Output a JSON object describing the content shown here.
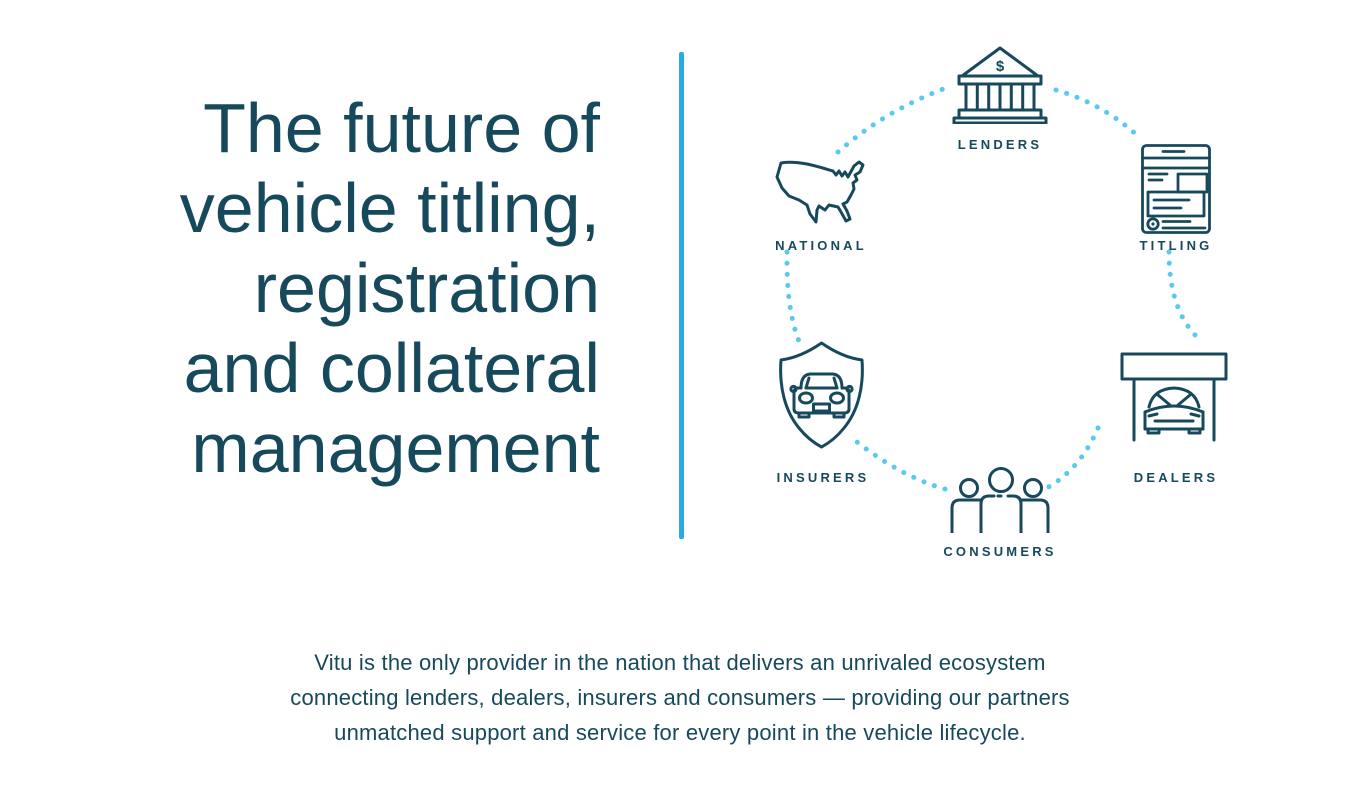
{
  "page": {
    "background_color": "#ffffff",
    "ink_color": "#17495c",
    "dot_color": "#58c9ef",
    "divider_color": "#29abe2"
  },
  "hero": {
    "title": "The future of\nvehicle titling,\nregistration\nand collateral\nmanagement"
  },
  "diagram": {
    "bank_dollar": "$",
    "nodes": [
      {
        "id": "lenders",
        "label": "LENDERS",
        "icon": "bank-icon"
      },
      {
        "id": "titling",
        "label": "TITLING",
        "icon": "title-document-icon"
      },
      {
        "id": "dealers",
        "label": "DEALERS",
        "icon": "dealership-car-icon"
      },
      {
        "id": "consumers",
        "label": "CONSUMERS",
        "icon": "people-group-icon"
      },
      {
        "id": "insurers",
        "label": "INSURERS",
        "icon": "shield-car-icon"
      },
      {
        "id": "national",
        "label": "NATIONAL",
        "icon": "usa-map-icon"
      }
    ]
  },
  "footer": {
    "text": "Vitu is the only provider in the nation that delivers an unrivaled ecosystem\nconnecting lenders, dealers, insurers and consumers — providing our partners\nunmatched support and service for every point in the vehicle lifecycle."
  }
}
